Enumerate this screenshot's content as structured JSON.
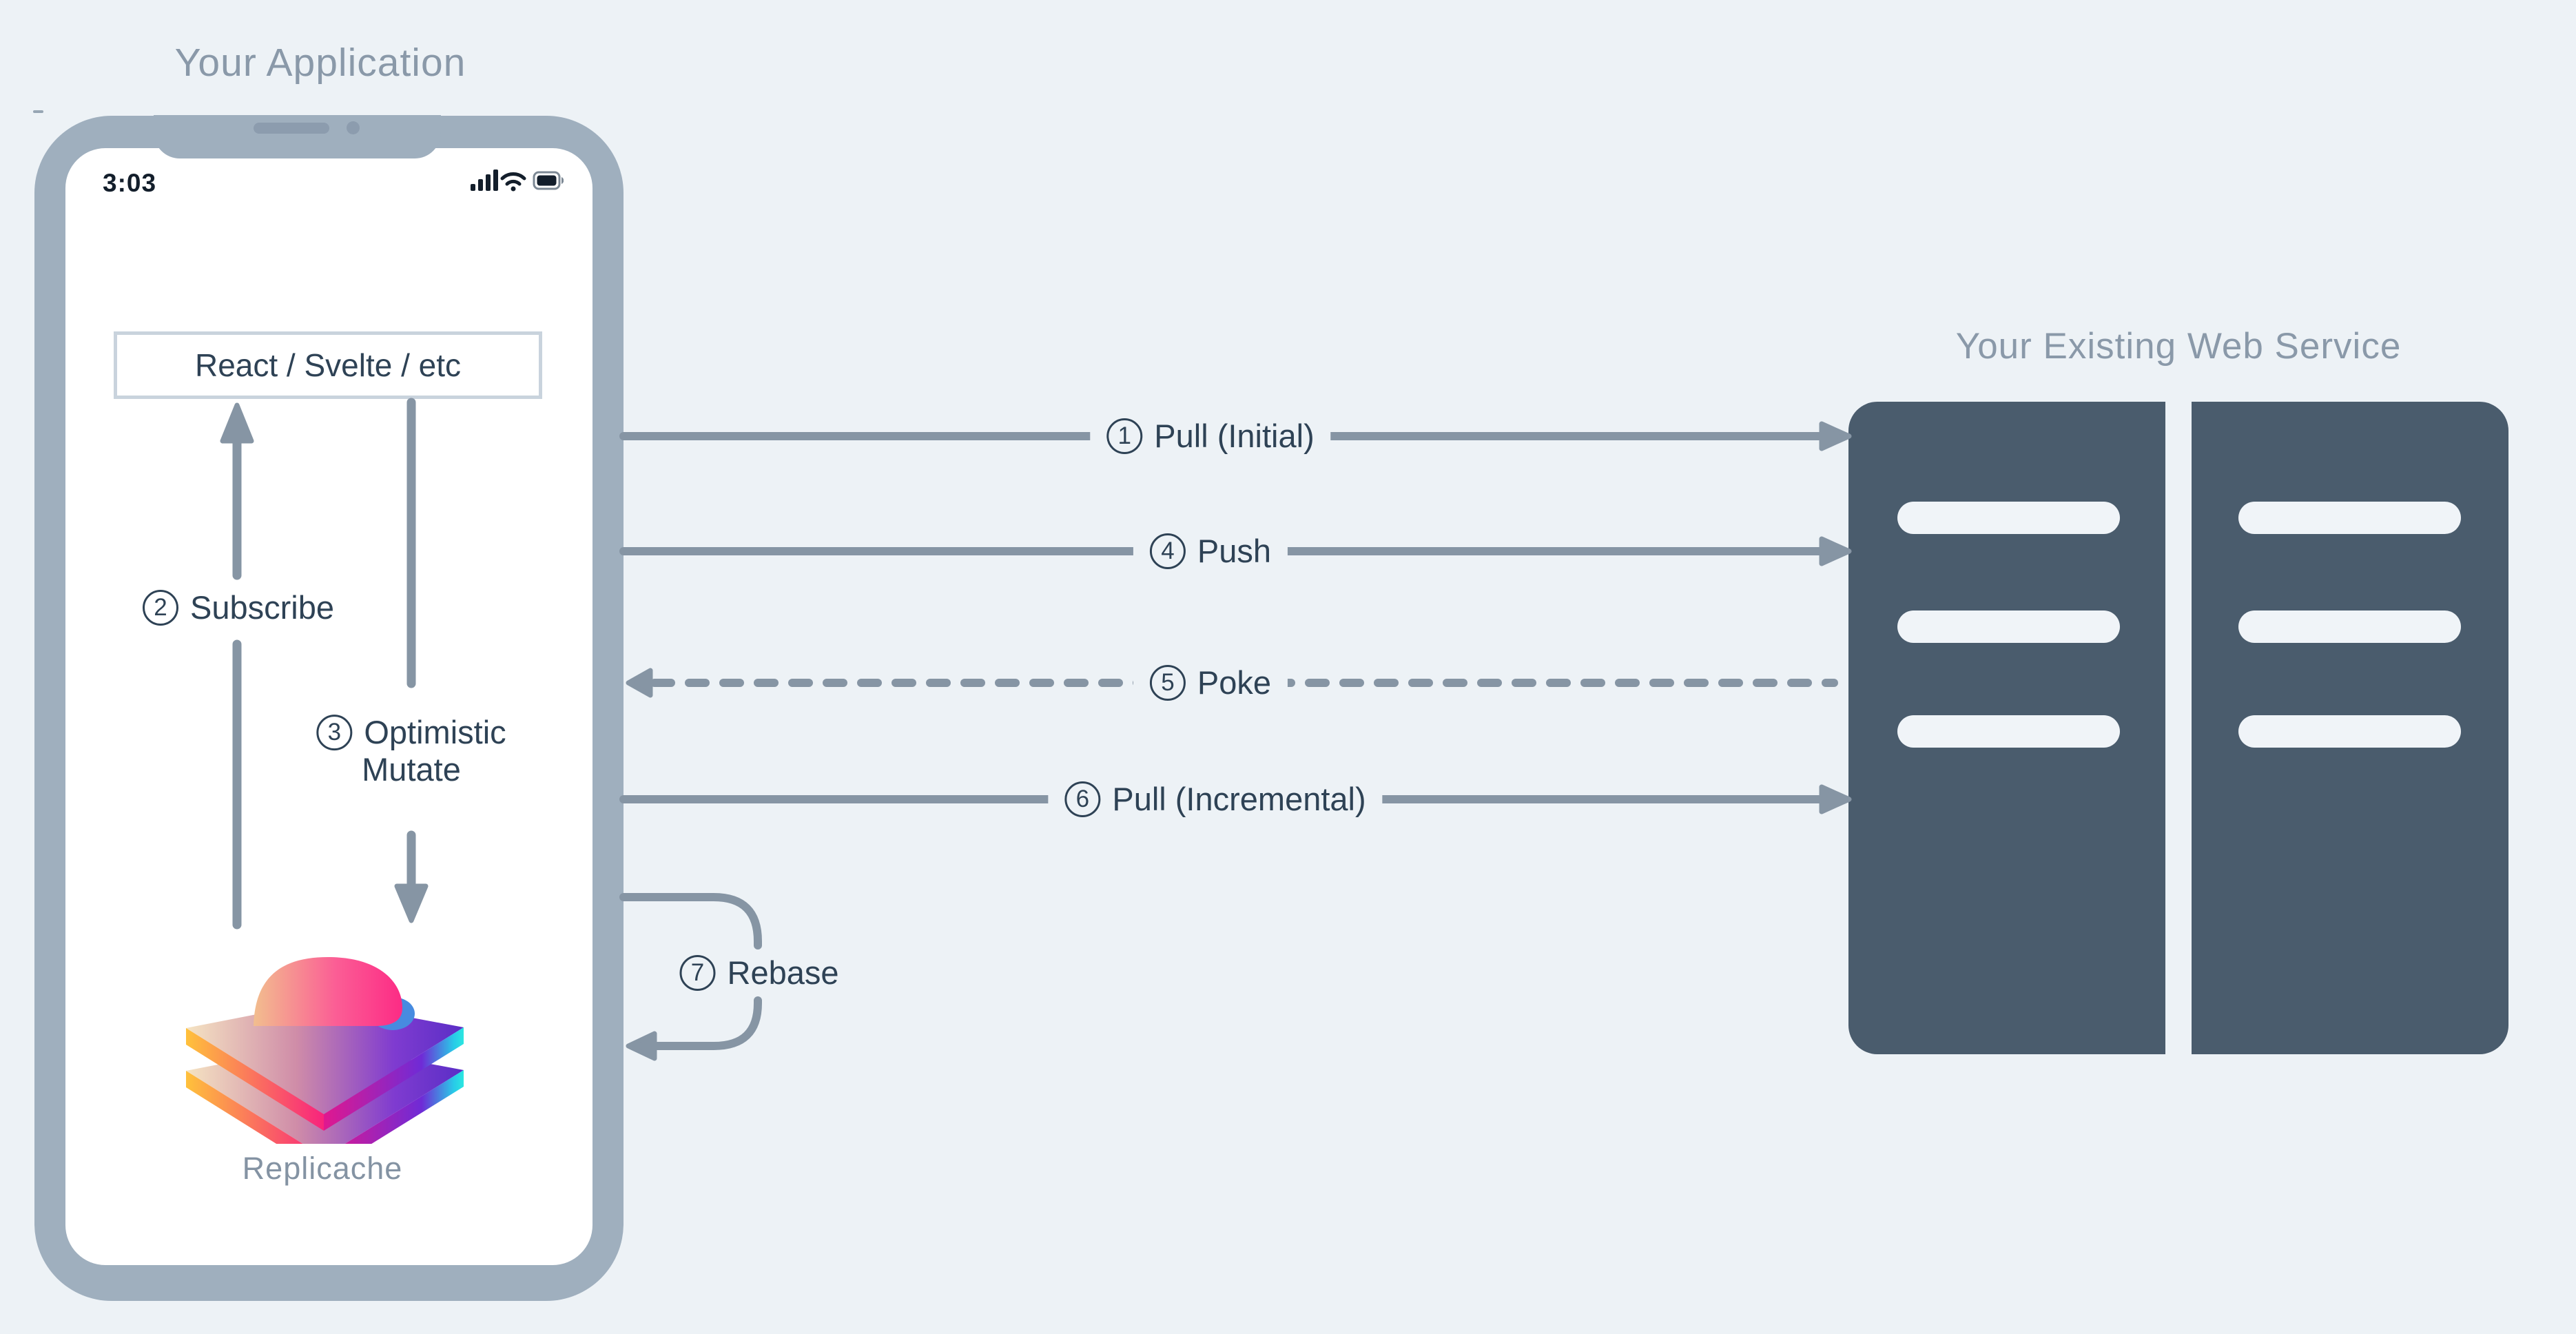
{
  "application": {
    "title": "Your Application",
    "status_bar": {
      "time": "3:03"
    },
    "framework_box": "React / Svelte / etc",
    "logo_label": "Replicache"
  },
  "service": {
    "title": "Your Existing Web Service",
    "server_count": 2,
    "slots_per_server": 3
  },
  "steps": {
    "pull_initial": {
      "num": "1",
      "label": "Pull (Initial)",
      "direction": "app-to-service",
      "style": "solid"
    },
    "subscribe": {
      "num": "2",
      "label": "Subscribe",
      "direction": "replicache-to-ui",
      "style": "solid"
    },
    "optimistic_mutate": {
      "num": "3",
      "line1": "Optimistic",
      "line2": "Mutate",
      "direction": "ui-to-replicache",
      "style": "solid"
    },
    "push": {
      "num": "4",
      "label": "Push",
      "direction": "app-to-service",
      "style": "solid"
    },
    "poke": {
      "num": "5",
      "label": "Poke",
      "direction": "service-to-app",
      "style": "dashed"
    },
    "pull_incremental": {
      "num": "6",
      "label": "Pull (Incremental)",
      "direction": "app-to-service",
      "style": "solid"
    },
    "rebase": {
      "num": "7",
      "label": "Rebase",
      "direction": "self-loop",
      "style": "solid"
    }
  },
  "icons": {
    "signal": "cellular-signal-bars",
    "wifi": "wifi",
    "battery": "battery-full",
    "speaker": "speaker-grille",
    "camera": "front-camera",
    "logo": "replicache-layers-logo"
  },
  "colors": {
    "background": "#edf2f6",
    "bezel": "#9fafbe",
    "screen": "#ffffff",
    "muted_title": "#8a99a9",
    "dark_text": "#2e4255",
    "arrow": "#8695a4",
    "server": "#4a5c6d",
    "slot": "#f0f4f8",
    "box_border": "#c9d3dd",
    "status_dark": "#131e2b",
    "notch_detail": "#8c9cae"
  }
}
